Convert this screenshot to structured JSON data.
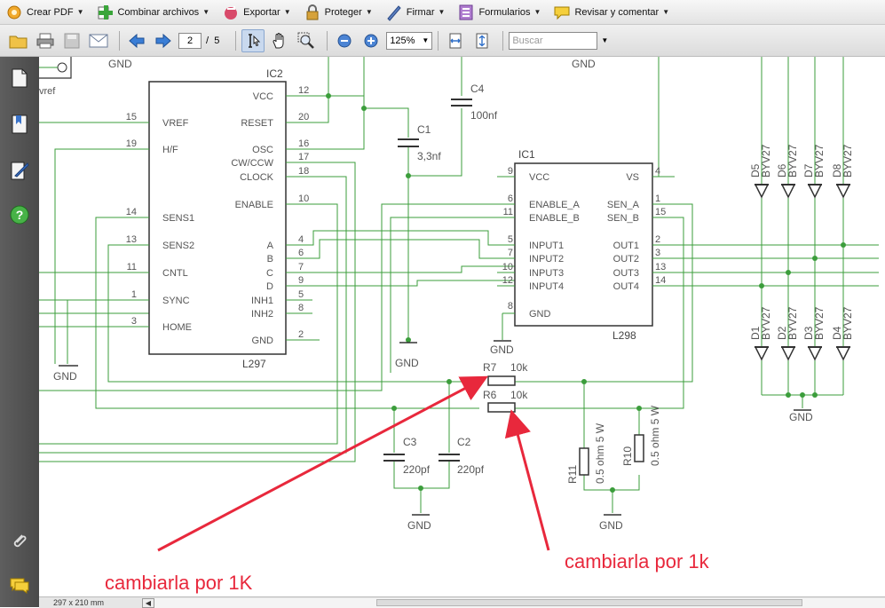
{
  "menubar": {
    "items": [
      {
        "label": "Crear PDF",
        "icon": "create-pdf-icon"
      },
      {
        "label": "Combinar archivos",
        "icon": "combine-files-icon"
      },
      {
        "label": "Exportar",
        "icon": "export-icon"
      },
      {
        "label": "Proteger",
        "icon": "lock-icon"
      },
      {
        "label": "Firmar",
        "icon": "pen-icon"
      },
      {
        "label": "Formularios",
        "icon": "form-icon"
      },
      {
        "label": "Revisar y comentar",
        "icon": "comment-icon"
      }
    ]
  },
  "toolbar": {
    "current_page": "2",
    "page_separator": "/",
    "total_pages": "5",
    "zoom": "125%",
    "search_placeholder": "Buscar"
  },
  "status": {
    "page_size": "297 x 210 mm"
  },
  "schematic": {
    "gnd": "GND",
    "vref_fragment": "vref",
    "ic2": {
      "name": "IC2",
      "part": "L297",
      "left_pins": [
        {
          "num": "15",
          "name": "VREF"
        },
        {
          "num": "19",
          "name": "H/F"
        },
        {
          "num": "14",
          "name": "SENS1"
        },
        {
          "num": "13",
          "name": "SENS2"
        },
        {
          "num": "11",
          "name": "CNTL"
        },
        {
          "num": "1",
          "name": "SYNC"
        },
        {
          "num": "3",
          "name": "HOME"
        }
      ],
      "right_pins": [
        {
          "num": "12",
          "name": "VCC"
        },
        {
          "num": "20",
          "name": "RESET"
        },
        {
          "num": "16",
          "name": "OSC"
        },
        {
          "num": "17",
          "name": "CW/CCW"
        },
        {
          "num": "18",
          "name": "CLOCK"
        },
        {
          "num": "10",
          "name": "ENABLE"
        },
        {
          "num": "4",
          "name": "A"
        },
        {
          "num": "6",
          "name": "B"
        },
        {
          "num": "7",
          "name": "C"
        },
        {
          "num": "9",
          "name": "D"
        },
        {
          "num": "5",
          "name": "INH1"
        },
        {
          "num": "8",
          "name": "INH2"
        },
        {
          "num": "2",
          "name": "GND"
        }
      ]
    },
    "ic1": {
      "name": "IC1",
      "part": "L298",
      "left_pins": [
        {
          "num": "9",
          "name": "VCC"
        },
        {
          "num": "6",
          "name": "ENABLE_A"
        },
        {
          "num": "11",
          "name": "ENABLE_B"
        },
        {
          "num": "5",
          "name": "INPUT1"
        },
        {
          "num": "7",
          "name": "INPUT2"
        },
        {
          "num": "10",
          "name": "INPUT3"
        },
        {
          "num": "12",
          "name": "INPUT4"
        },
        {
          "num": "8",
          "name": "GND"
        }
      ],
      "right_pins": [
        {
          "num": "4",
          "name": "VS"
        },
        {
          "num": "1",
          "name": "SEN_A"
        },
        {
          "num": "15",
          "name": "SEN_B"
        },
        {
          "num": "2",
          "name": "OUT1"
        },
        {
          "num": "3",
          "name": "OUT2"
        },
        {
          "num": "13",
          "name": "OUT3"
        },
        {
          "num": "14",
          "name": "OUT4"
        }
      ]
    },
    "c1": {
      "name": "C1",
      "value": "3,3nf"
    },
    "c4": {
      "name": "C4",
      "value": "100nf"
    },
    "c3": {
      "name": "C3",
      "value": "220pf"
    },
    "c2": {
      "name": "C2",
      "value": "220pf"
    },
    "r7": {
      "name": "R7",
      "value": "10k"
    },
    "r6": {
      "name": "R6",
      "value": "10k"
    },
    "r11": {
      "name": "R11",
      "value": "0.5 ohm 5 W"
    },
    "r10": {
      "name": "R10",
      "value": "0.5 ohm 5 W"
    },
    "diode_part": "BYV27",
    "diodes_top": [
      "D5",
      "D6",
      "D7",
      "D8"
    ],
    "diodes_bottom": [
      "D1",
      "D2",
      "D3",
      "D4"
    ]
  },
  "annotations": {
    "note_r7": "cambiarla por 1K",
    "note_r6": "cambiarla por 1k",
    "color": "#e8283c"
  },
  "colors": {
    "wire": "#3b9d3b",
    "part": "#333333",
    "pin_text": "#555555"
  }
}
